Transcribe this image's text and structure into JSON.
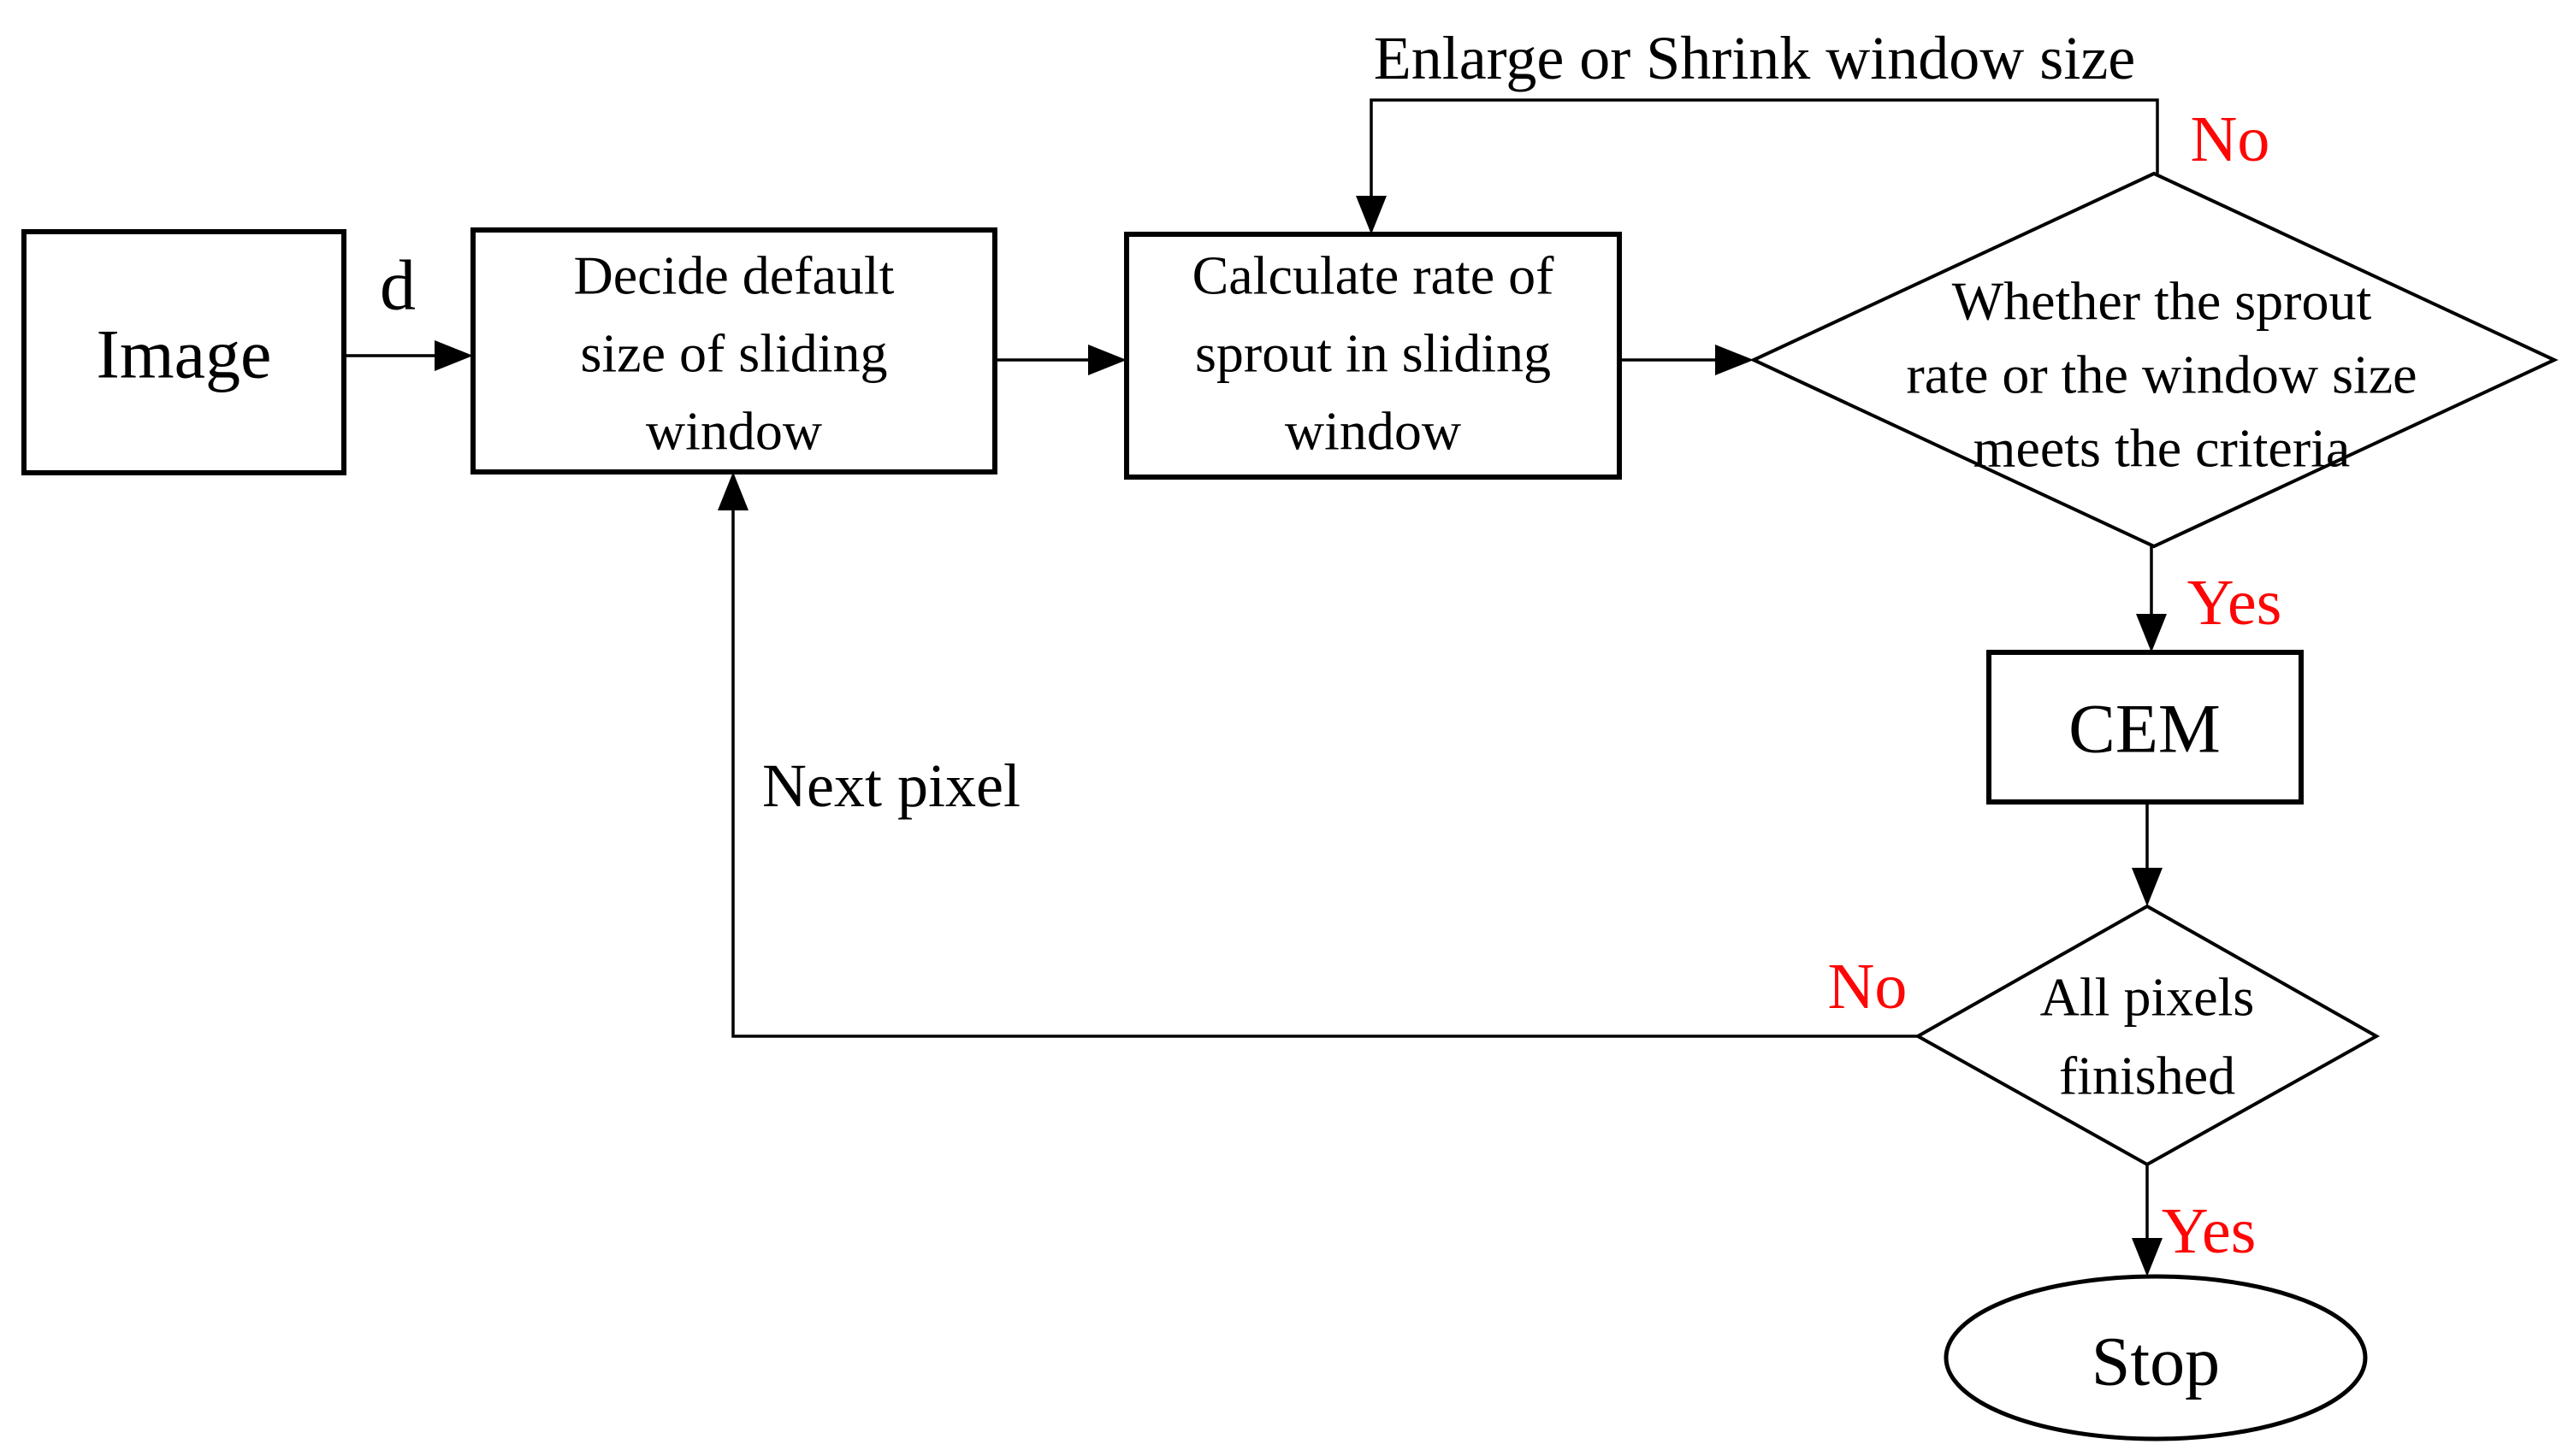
{
  "diagram": {
    "title": "Sliding window sprout-rate flowchart",
    "colors": {
      "stroke": "#000000",
      "background": "#ffffff",
      "branch_label": "#fe0606"
    },
    "nodes": {
      "image": {
        "label": "Image"
      },
      "decide": {
        "lines": [
          "Decide default",
          "size of sliding",
          "window"
        ]
      },
      "calculate": {
        "lines": [
          "Calculate rate of",
          "sprout in sliding",
          "window"
        ]
      },
      "criteria": {
        "lines": [
          "Whether the sprout",
          "rate or the window size",
          "meets the criteria"
        ]
      },
      "cem": {
        "label": "CEM"
      },
      "all_pixels": {
        "lines": [
          "All pixels",
          "finished"
        ]
      },
      "stop": {
        "label": "Stop"
      }
    },
    "edge_labels": {
      "d": "d",
      "enlarge_loop": "Enlarge or Shrink window size",
      "no_criteria": "No",
      "yes_criteria": "Yes",
      "no_all_pixels": "No",
      "yes_all_pixels": "Yes",
      "next_pixel": "Next pixel"
    }
  }
}
